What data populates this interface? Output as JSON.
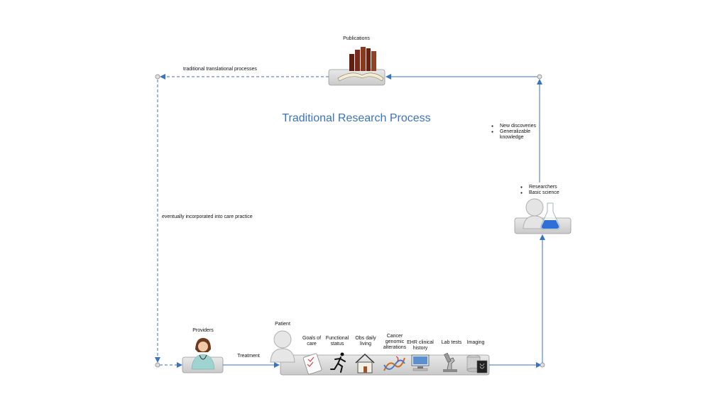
{
  "title": "Traditional Research Process",
  "publications": {
    "label": "Publications"
  },
  "edges": {
    "traditional_translational": "traditional translational processes",
    "care_practice": "eventually incorporated into care practice",
    "treatment": "Treatment"
  },
  "discoveries": [
    "New discoveries",
    "Generalizable knowledge"
  ],
  "researchers": [
    "Researchers",
    "Basic science"
  ],
  "providers": {
    "label": "Providers"
  },
  "patient": {
    "label": "Patient"
  },
  "data_sources": [
    {
      "label": "Goals of care",
      "icon": "checklist-icon"
    },
    {
      "label": "Functional status",
      "icon": "running-person-icon"
    },
    {
      "label": "Obs daily living",
      "icon": "house-icon"
    },
    {
      "label": "Cancer genomic alterations",
      "icon": "dna-icon"
    },
    {
      "label": "EHR clinical history",
      "icon": "computer-icon"
    },
    {
      "label": "Lab tests",
      "icon": "microscope-icon"
    },
    {
      "label": "Imaging",
      "icon": "xray-icon"
    }
  ],
  "colors": {
    "arrow": "#3a72c4",
    "title": "#3a72c4",
    "box": "#d8d8d8"
  }
}
